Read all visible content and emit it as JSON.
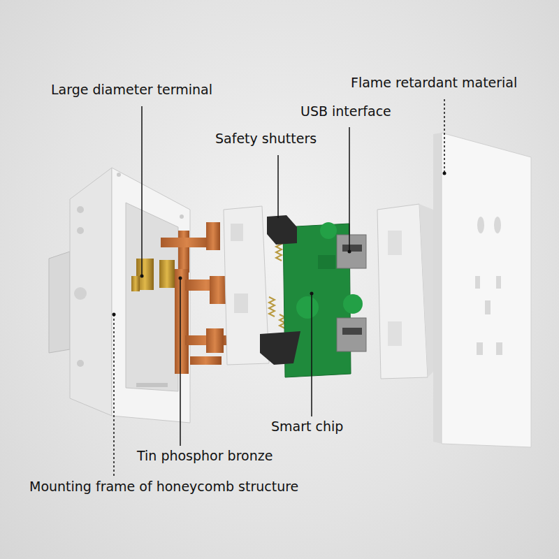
{
  "diagram": {
    "labels": [
      "Large diameter terminal",
      "Flame retardant material",
      "USB interface",
      "Safety shutters",
      "Smart chip",
      "Tin phosphor bronze",
      "Mounting frame of honeycomb structure"
    ]
  }
}
